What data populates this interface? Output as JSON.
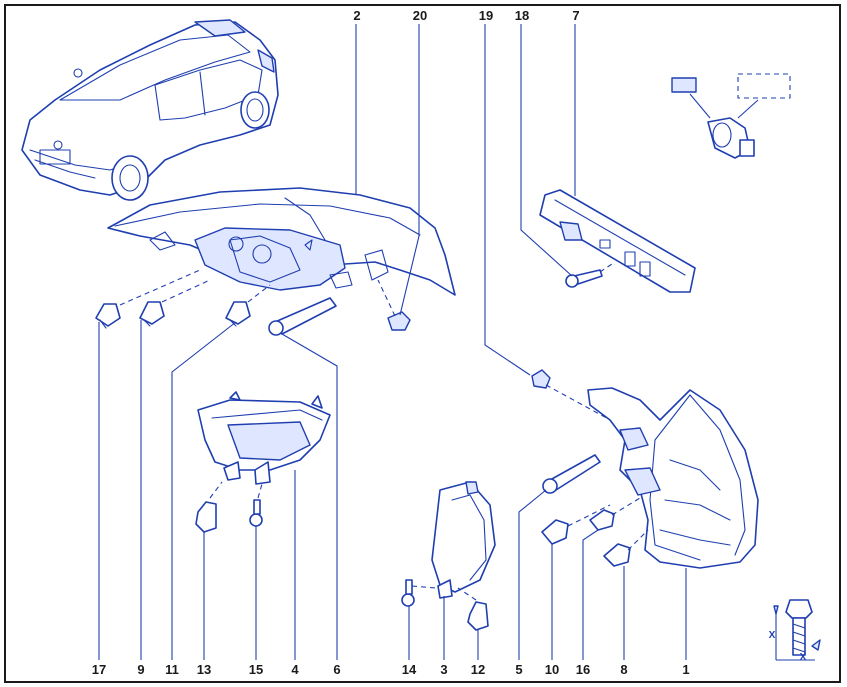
{
  "callouts": {
    "n2": "2",
    "n20": "20",
    "n19": "19",
    "n18": "18",
    "n7": "7",
    "n17": "17",
    "n9": "9",
    "n11": "11",
    "n13": "13",
    "n15": "15",
    "n4": "4",
    "n6": "6",
    "n14": "14",
    "n3": "3",
    "n12": "12",
    "n5": "5",
    "n10": "10",
    "n16": "16",
    "n8": "8",
    "n1": "1"
  },
  "torque_marks": {
    "x_left": "X",
    "x_right": "X"
  },
  "colors": {
    "line": "#1f3fb0",
    "frame": "#1a1a1a",
    "tint": "#dfe6ff"
  }
}
